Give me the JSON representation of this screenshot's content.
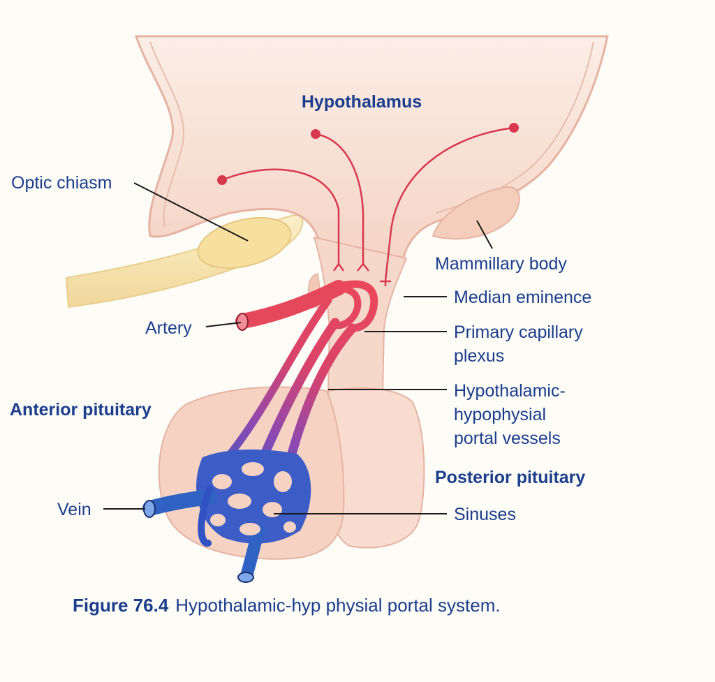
{
  "labels": {
    "hypothalamus": "Hypothalamus",
    "optic_chiasm": "Optic chiasm",
    "mammillary_body": "Mammillary body",
    "median_eminence": "Median eminence",
    "artery": "Artery",
    "primary_capillary_plexus": [
      "Primary capillary",
      "plexus"
    ],
    "portal_vessels": [
      "Hypothalamic-",
      "hypophysial",
      "portal vessels"
    ],
    "anterior_pituitary": "Anterior pituitary",
    "posterior_pituitary": "Posterior pituitary",
    "vein": "Vein",
    "sinuses": "Sinuses"
  },
  "caption": {
    "number": "Figure 76.4",
    "text": "Hypothalamic-hyp physial portal system."
  },
  "colors": {
    "label_text": "#1b3d8c",
    "tissue": "#f6d8cb",
    "tissue_outline": "#e6b3a2",
    "optic_nerve": "#f6e2ad",
    "artery": "#e4485a",
    "vein": "#2f62c2",
    "neuron": "#d8384e"
  }
}
